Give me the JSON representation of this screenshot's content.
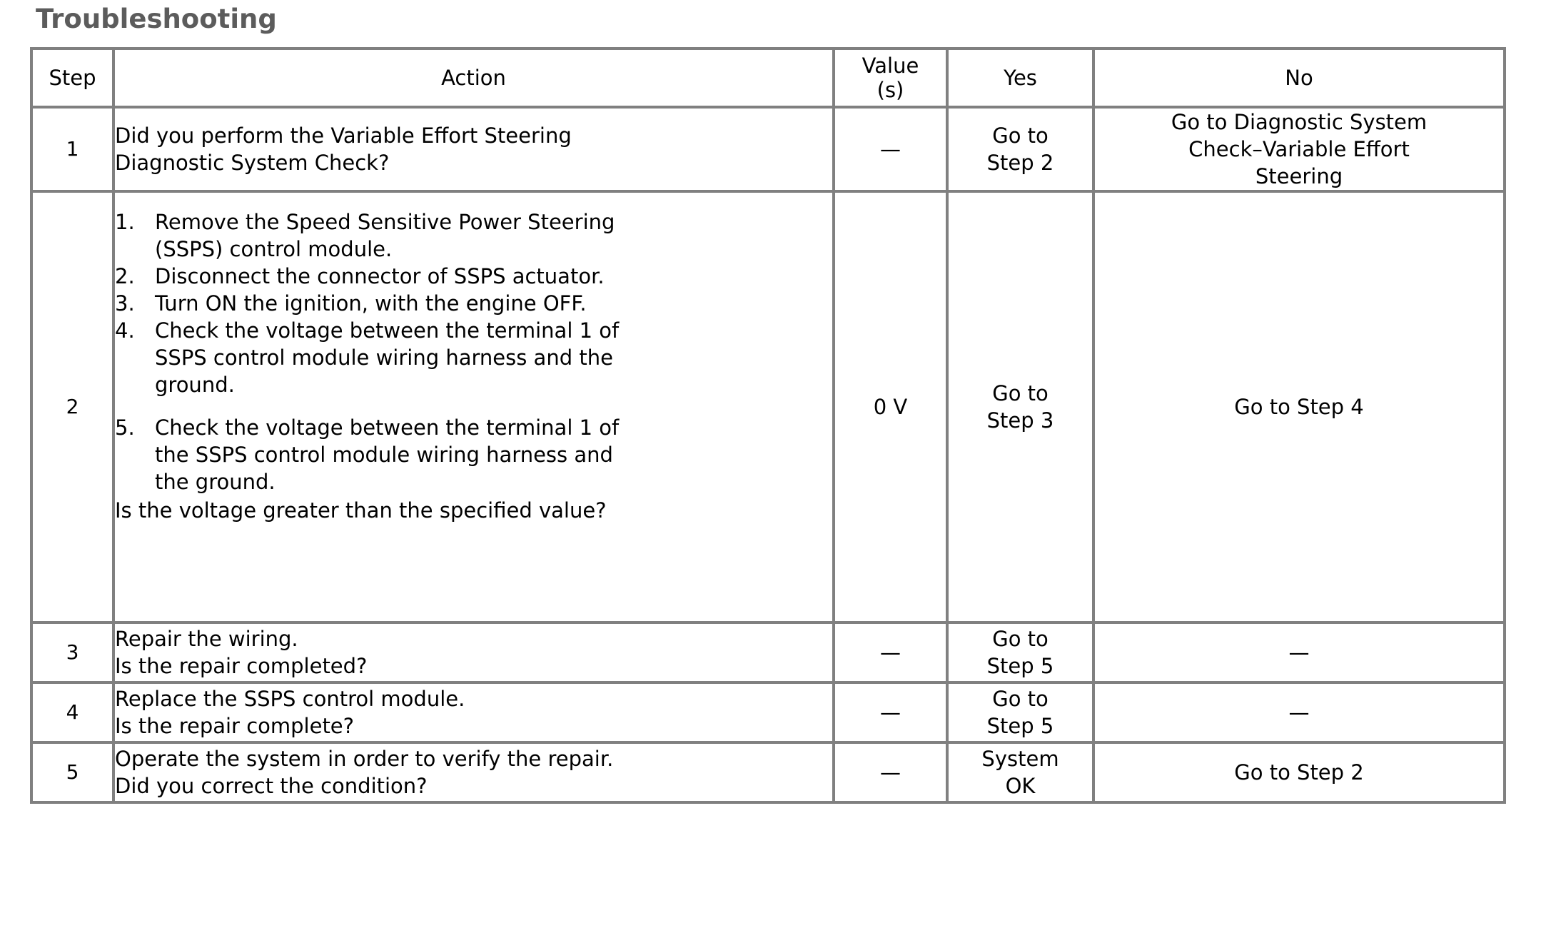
{
  "document": {
    "title": "Troubleshooting"
  },
  "table": {
    "headers": {
      "step": "Step",
      "action": "Action",
      "value_line1": "Value",
      "value_line2": "(s)",
      "yes": "Yes",
      "no": "No"
    },
    "rows": [
      {
        "step": "1",
        "action_lines": [
          "Did you perform the Variable Effort Steering",
          "Diagnostic System Check?"
        ],
        "value": "—",
        "yes_lines": [
          "Go to",
          "Step 2"
        ],
        "no_lines": [
          "Go to Diagnostic System",
          "Check–Variable Effort",
          "Steering"
        ]
      },
      {
        "step": "2",
        "list_items": [
          {
            "num": "1.",
            "lines": [
              "Remove the Speed Sensitive Power Steering",
              "(SSPS) control module."
            ],
            "gap_before": false
          },
          {
            "num": "2.",
            "lines": [
              "Disconnect the connector of SSPS actuator."
            ],
            "gap_before": false
          },
          {
            "num": "3.",
            "lines": [
              "Turn ON the ignition, with the engine OFF."
            ],
            "gap_before": false
          },
          {
            "num": "4.",
            "lines": [
              "Check the voltage between the terminal 1 of",
              "SSPS control module wiring harness and the",
              "ground."
            ],
            "gap_before": false
          },
          {
            "num": "5.",
            "lines": [
              "Check the voltage between the terminal 1 of",
              "the SSPS control module wiring harness and",
              "the ground."
            ],
            "gap_before": true
          }
        ],
        "closing_question": "Is the voltage greater than the specified value?",
        "value": "0 V",
        "yes_lines": [
          "Go to",
          "Step 3"
        ],
        "no_lines": [
          "Go to Step 4"
        ]
      },
      {
        "step": "3",
        "action_lines": [
          "Repair the wiring.",
          "Is the repair completed?"
        ],
        "value": "—",
        "yes_lines": [
          "Go to",
          "Step 5"
        ],
        "no_lines": [
          "—"
        ]
      },
      {
        "step": "4",
        "action_lines": [
          "Replace the SSPS control module.",
          "Is the repair complete?"
        ],
        "value": "—",
        "yes_lines": [
          "Go to",
          "Step 5"
        ],
        "no_lines": [
          "—"
        ]
      },
      {
        "step": "5",
        "action_lines": [
          "Operate the system in order to verify the repair.",
          "Did you correct the condition?"
        ],
        "value": "—",
        "yes_lines": [
          "System",
          "OK"
        ],
        "no_lines": [
          "Go to Step 2"
        ]
      }
    ]
  },
  "colors": {
    "border": "#808080",
    "title": "#5c5c5c",
    "text": "#000000",
    "background": "#ffffff"
  }
}
